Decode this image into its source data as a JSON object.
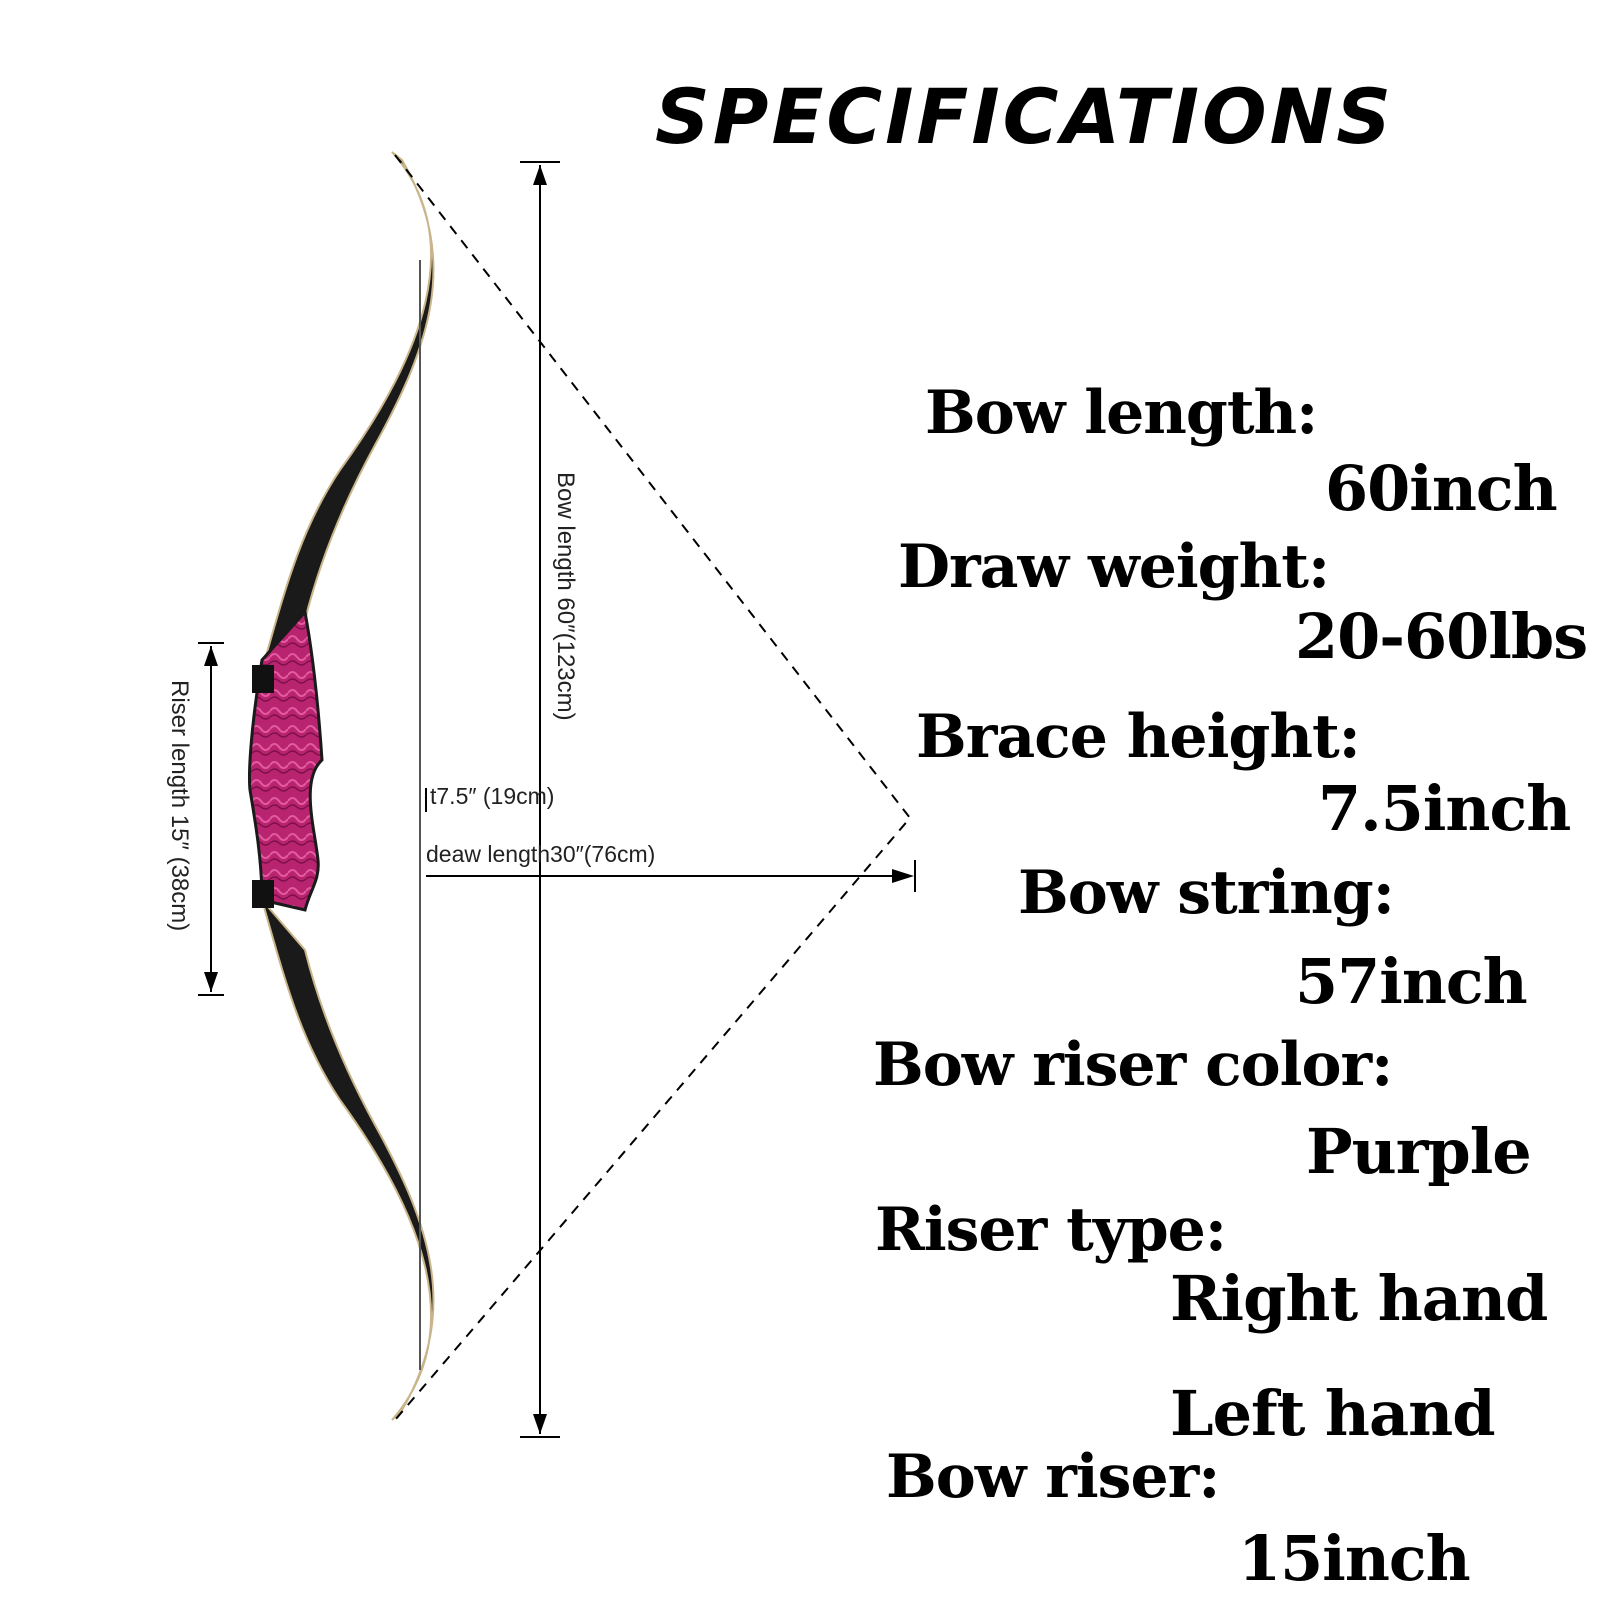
{
  "title": "SPECIFICATIONS",
  "specs": [
    {
      "label": "Bow length:",
      "value": "60inch"
    },
    {
      "label": "Draw weight:",
      "value": "20-60lbs"
    },
    {
      "label": "Brace height:",
      "value": "7.5inch"
    },
    {
      "label": "Bow string:",
      "value": "57inch"
    },
    {
      "label": "Bow riser color:",
      "value": "Purple"
    },
    {
      "label": "Riser type:",
      "value": "Right hand",
      "value2": "Left hand"
    },
    {
      "label": "Bow riser:",
      "value": "15inch"
    }
  ],
  "diagram": {
    "bow_length_label": "Bow length 60″(123cm)",
    "riser_length_label": "Riser length 15″  (38cm)",
    "brace_height_label": "t7.5″  (19cm)",
    "draw_length_label": "deaw length30″(76cm)",
    "riser_color": "#b8246f",
    "limb_color": "#1a1a1a"
  }
}
